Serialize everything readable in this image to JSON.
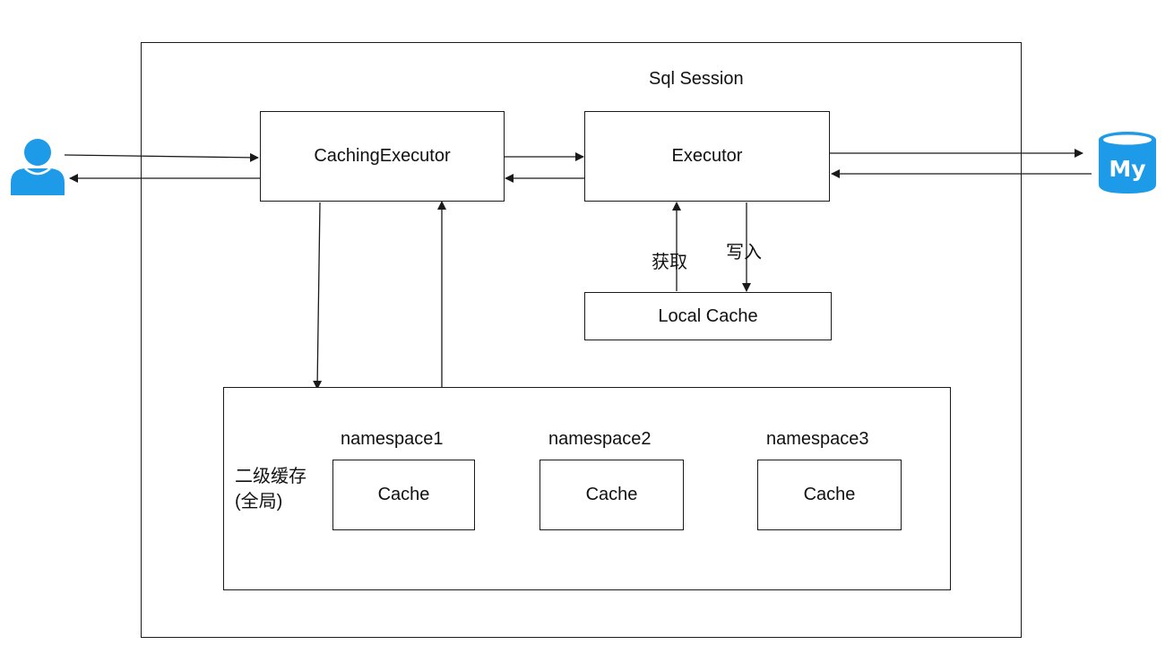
{
  "session_title": "Sql Session",
  "caching_executor": "CachingExecutor",
  "executor": "Executor",
  "local_cache": "Local Cache",
  "arrow_get": "获取",
  "arrow_write": "写入",
  "second_level_cache_line1": "二级缓存",
  "second_level_cache_line2": "(全局)",
  "namespaces": [
    {
      "name": "namespace1",
      "cache": "Cache"
    },
    {
      "name": "namespace2",
      "cache": "Cache"
    },
    {
      "name": "namespace3",
      "cache": "Cache"
    }
  ],
  "db_logo_text": "My",
  "colors": {
    "user_icon": "#1e9be8",
    "db_icon": "#1e9be8",
    "stroke": "#1a1a1a"
  },
  "icons": [
    "user-icon",
    "mysql-database-icon"
  ]
}
